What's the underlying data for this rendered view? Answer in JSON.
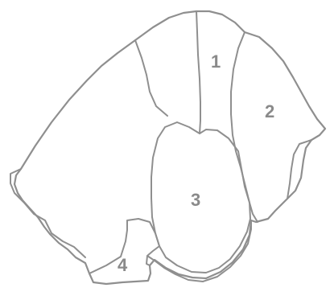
{
  "labels": {
    "region_1": "1",
    "region_2": "2",
    "region_3": "3",
    "region_4": "4"
  },
  "colors": {
    "stroke": "#8f8f8f",
    "label": "#8a8a8a",
    "background": "#ffffff"
  }
}
